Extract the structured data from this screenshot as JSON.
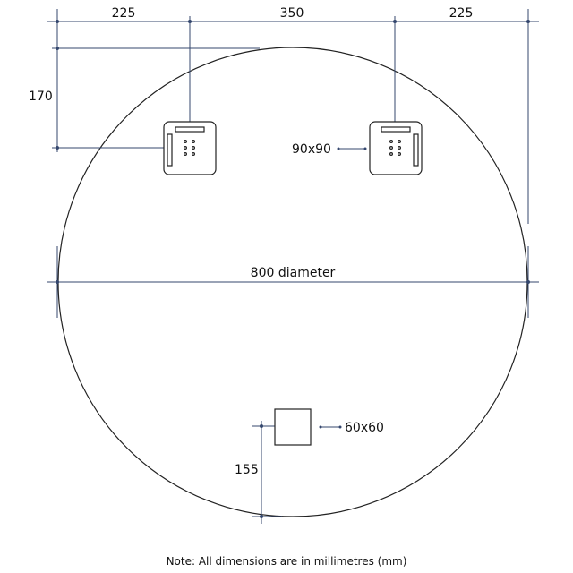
{
  "dimensions": {
    "top_left": "225",
    "top_middle": "350",
    "top_right": "225",
    "bracket_offset": "170",
    "bracket_size": "90x90",
    "diameter": "800 diameter",
    "bottom_offset": "155",
    "bottom_box_size": "60x60"
  },
  "note": "Note: All dimensions are in millimetres (mm)",
  "colors": {
    "dimension_lines": "#34476e",
    "outline": "#222222"
  }
}
